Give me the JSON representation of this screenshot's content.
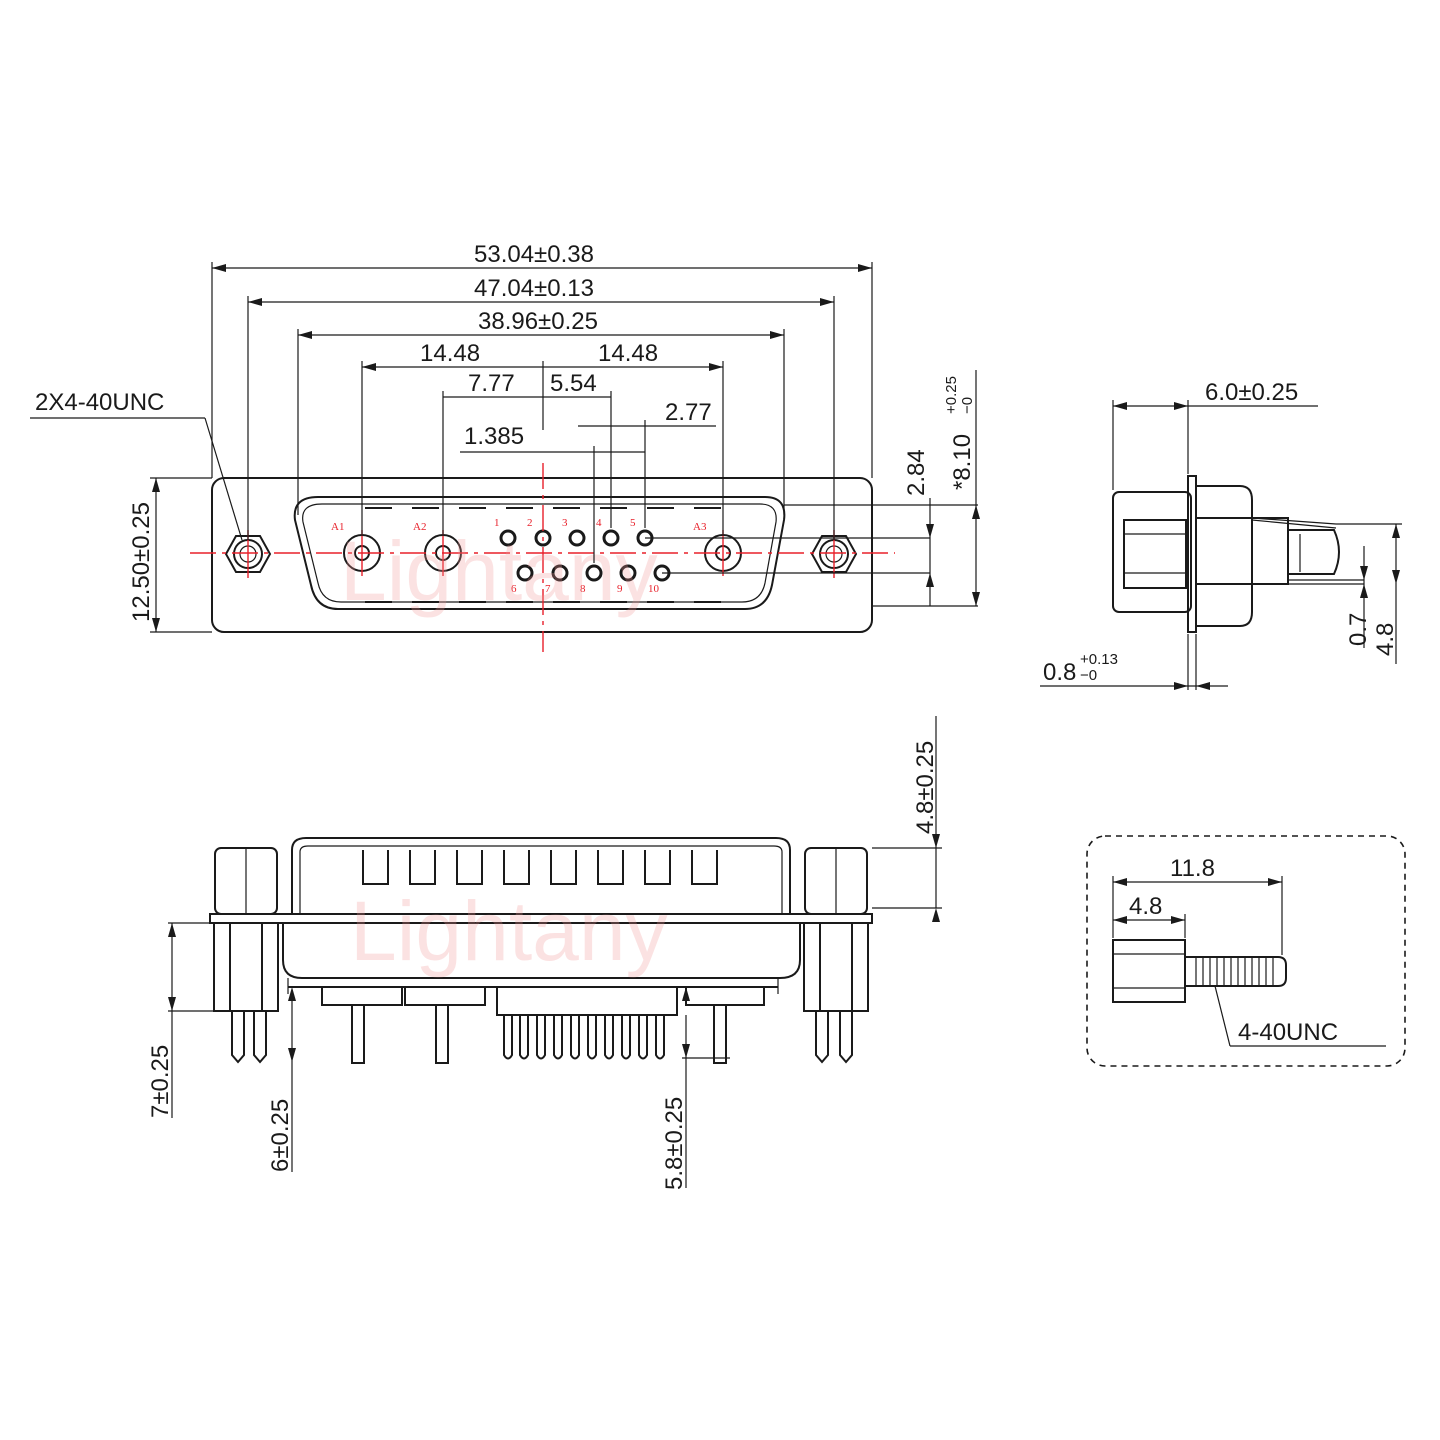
{
  "front_view": {
    "dims": {
      "overall_width": "53.04±0.38",
      "mount_hole_spacing": "47.04±0.13",
      "shell_width": "38.96±0.25",
      "power_pitch_left": "14.48",
      "power_pitch_right": "14.48",
      "d_7_77": "7.77",
      "d_5_54": "5.54",
      "d_1_385": "1.385",
      "d_2_77": "2.77",
      "row_pitch": "2.84",
      "height_810": "*8.10",
      "height_810_tol_top": "+0.25",
      "height_810_tol_bot": "−0",
      "overall_height": "12.50±0.25",
      "thread_callout": "2X4-40UNC"
    },
    "pin_labels": {
      "a1": "A1",
      "a2": "A2",
      "a3": "A3",
      "p1": "1",
      "p2": "2",
      "p3": "3",
      "p4": "4",
      "p5": "5",
      "p6": "6",
      "p7": "7",
      "p8": "8",
      "p9": "9",
      "p10": "10"
    }
  },
  "side_view": {
    "dims": {
      "depth": "6.0±0.25",
      "flange_thickness": "0.8",
      "flange_tol_top": "+0.13",
      "flange_tol_bot": "−0",
      "d_0_7": "0.7",
      "d_4_8": "4.8"
    }
  },
  "bottom_view": {
    "dims": {
      "post_height": "4.8±0.25",
      "board_lock_height": "7±0.25",
      "power_pin_length": "6±0.25",
      "signal_pin_length": "5.8±0.25"
    }
  },
  "detail": {
    "dims": {
      "screw_length": "11.8",
      "hex_length": "4.8",
      "thread": "4-40UNC"
    }
  },
  "watermark": "Lightany"
}
